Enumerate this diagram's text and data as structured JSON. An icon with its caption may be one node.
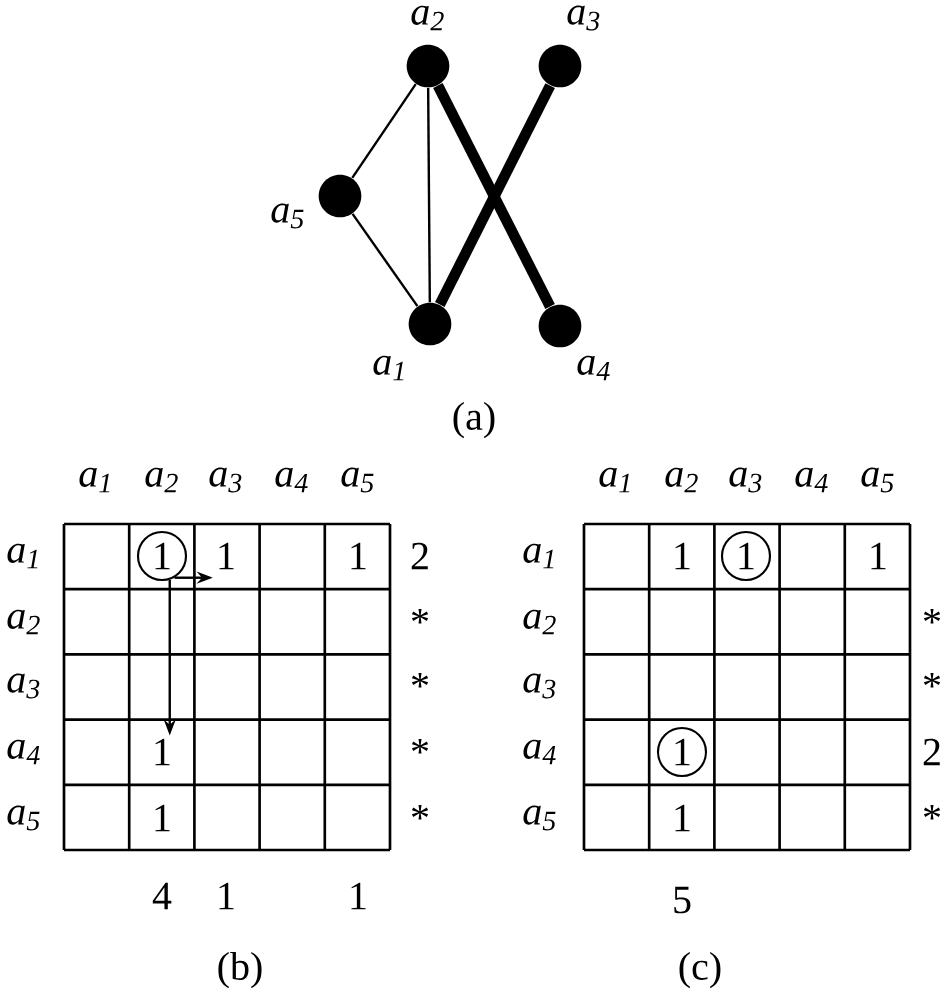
{
  "diagram": {
    "nodes": [
      {
        "text": [],
        "shape": "circle",
        "beside": [
          "a$_{2}$"
        ]
      },
      {
        "text": [],
        "shape": "circle",
        "beside": [
          "a$_{3}$"
        ]
      },
      {
        "text": [],
        "shape": "circle",
        "beside": [
          "a$_{5}$"
        ]
      },
      {
        "text": [],
        "shape": "circle",
        "beside": [
          "a$_{1}$"
        ]
      },
      {
        "text": [],
        "shape": "circle",
        "beside": [
          "a$_{4}$"
        ]
      },
      {
        "text": [
          "1"
        ]
      },
      {
        "text": [
          "1"
        ]
      },
      {
        "text": [
          "1"
        ]
      },
      {
        "text": [
          "1"
        ]
      },
      {
        "text": [
          "1"
        ]
      }
    ],
    "edges": [
      {
        "from": 0,
        "to": 2,
        "arrow": "none"
      },
      {
        "from": 2,
        "to": 3,
        "arrow": "none"
      },
      {
        "from": 0,
        "to": 3,
        "arrow": "none"
      },
      {
        "from": 0,
        "to": 4,
        "arrow": "none",
        "style": "thick"
      },
      {
        "from": 1,
        "to": 3,
        "arrow": "none",
        "style": "thick"
      },
      {
        "from": 5,
        "to": 6,
        "arrow": "to"
      },
      {
        "from": 5,
        "to": 7,
        "arrow": "to"
      }
    ],
    "labels": [
      "(a)",
      "a$_{1}$",
      "a$_{2}$",
      "a$_{3}$",
      "a$_{4}$",
      "a$_{5}$",
      "a$_{1}$",
      "1",
      "2",
      "a$_{2}$",
      "*",
      "a$_{3}$",
      "*",
      "a$_{4}$",
      "*",
      "a$_{5}$",
      "1",
      "*",
      "4",
      "1",
      "1",
      "(b)",
      "a$_{1}$",
      "a$_{2}$",
      "a$_{3}$",
      "a$_{4}$",
      "a$_{5}$",
      "a$_{1}$",
      "1",
      "1",
      "a$_{2}$",
      "*",
      "a$_{3}$",
      "*",
      "a$_{4}$",
      "2",
      "a$_{5}$",
      "1",
      "*",
      "5",
      "(c)"
    ]
  }
}
